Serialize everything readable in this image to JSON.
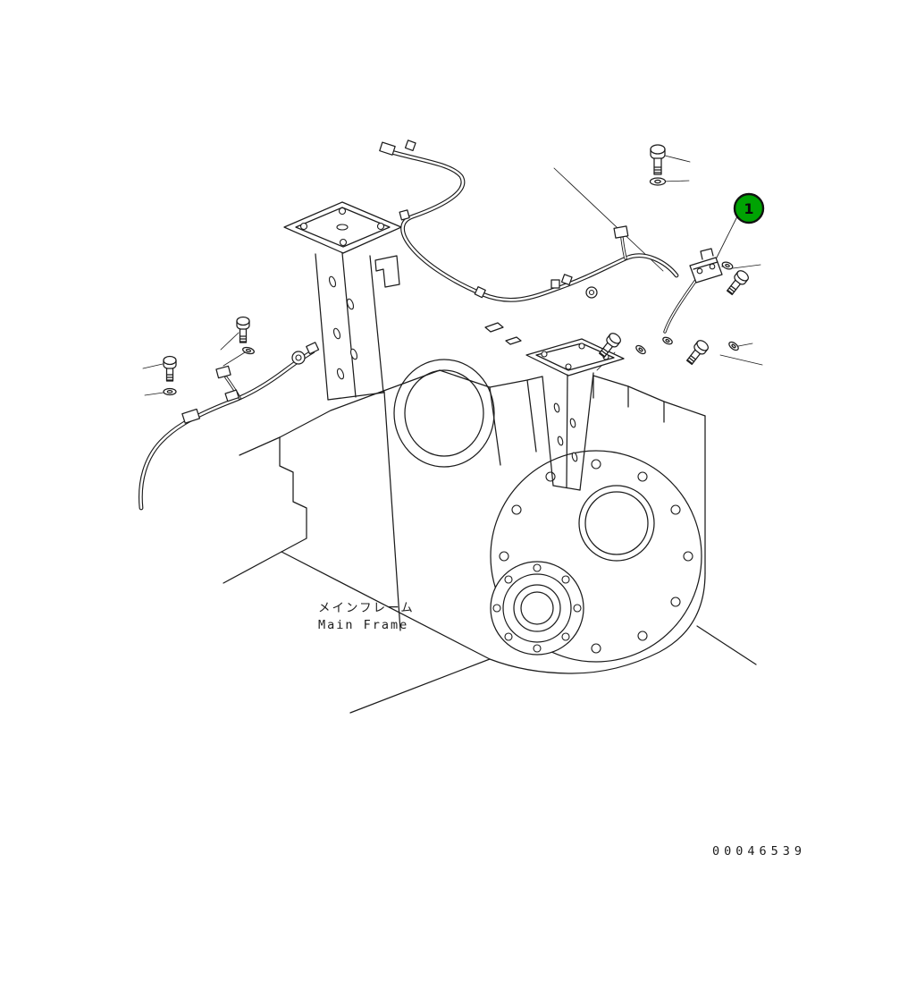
{
  "balloon": {
    "label": "1",
    "color": "#00A303"
  },
  "labels": {
    "frame_label_ja": "メインフレーム",
    "frame_label_en": "Main Frame"
  },
  "footer": {
    "drawing_number": "00046539"
  }
}
